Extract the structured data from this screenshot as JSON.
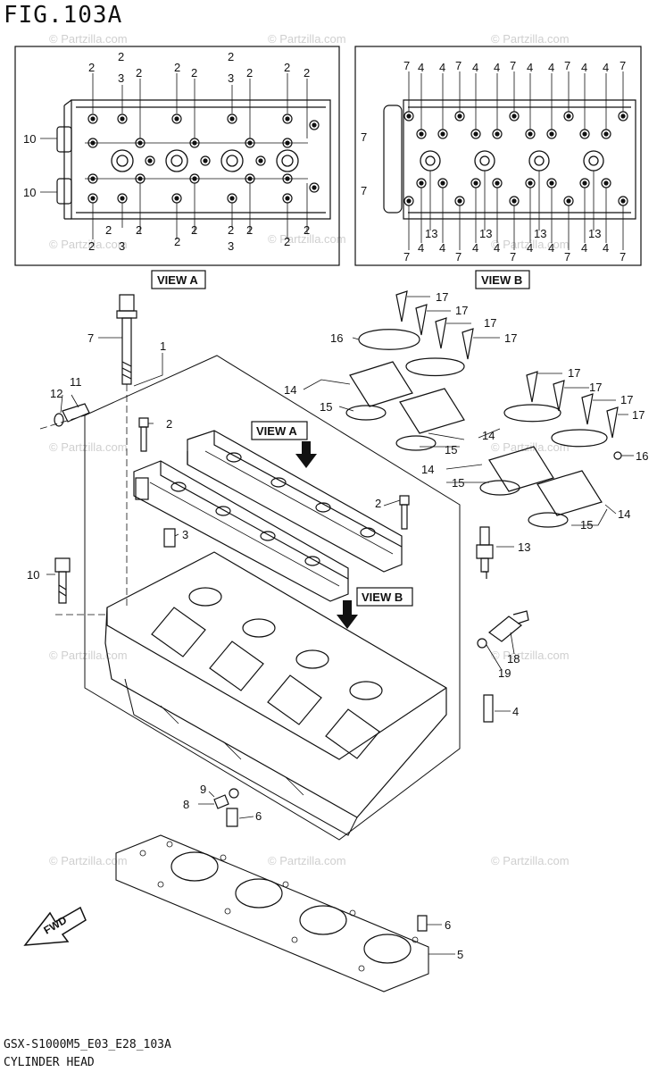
{
  "figure": {
    "title": "FIG.103A",
    "code": "GSX-S1000M5_E03_E28_103A",
    "name": "CYLINDER HEAD"
  },
  "watermark": "© Partzilla.com",
  "view_labels": {
    "view_a": "VIEW A",
    "view_b": "VIEW B"
  },
  "fwd_label": "FWD",
  "colors": {
    "line": "#111111",
    "watermark": "#cfcfcf",
    "background": "#ffffff"
  },
  "callouts": {
    "p1": "1",
    "p2": "2",
    "p3": "3",
    "p4": "4",
    "p5": "5",
    "p6": "6",
    "p7": "7",
    "p8": "8",
    "p9": "9",
    "p10": "10",
    "p11": "11",
    "p12": "12",
    "p13": "13",
    "p14": "14",
    "p15": "15",
    "p16": "16",
    "p17": "17",
    "p18": "18",
    "p19": "19"
  }
}
